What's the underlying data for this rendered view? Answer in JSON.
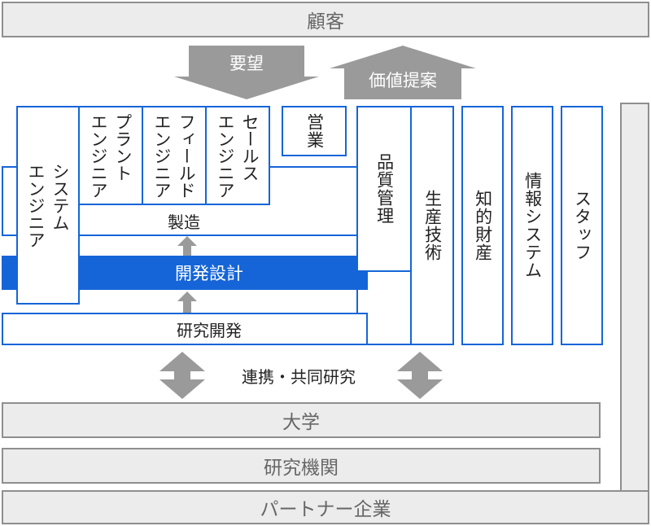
{
  "customer": "顧客",
  "flow": {
    "demand": "要望",
    "proposal": "価値提案",
    "collaboration": "連携・共同研究"
  },
  "roles": {
    "system_engineer": "システム\nエンジニア",
    "plant_engineer": "プラント\nエンジニア",
    "field_engineer": "フィールド\nエンジニア",
    "sales_engineer": "セールス\nエンジニア",
    "sales": "営業",
    "manufacturing": "製造",
    "development_design": "開発設計",
    "rnd": "研究開発",
    "quality_control": "品質管理",
    "production_technology": "生産技術",
    "intellectual_property": "知的財産",
    "information_systems": "情報システム",
    "staff": "スタッフ"
  },
  "external": {
    "university": "大学",
    "research_institutes": "研究機関",
    "partner_companies": "パートナー企業"
  },
  "colors": {
    "blue": "#1565d8",
    "gray_fill": "#ececec",
    "gray_border": "#8f8f8f",
    "arrow_gray": "#9a9a9a"
  }
}
